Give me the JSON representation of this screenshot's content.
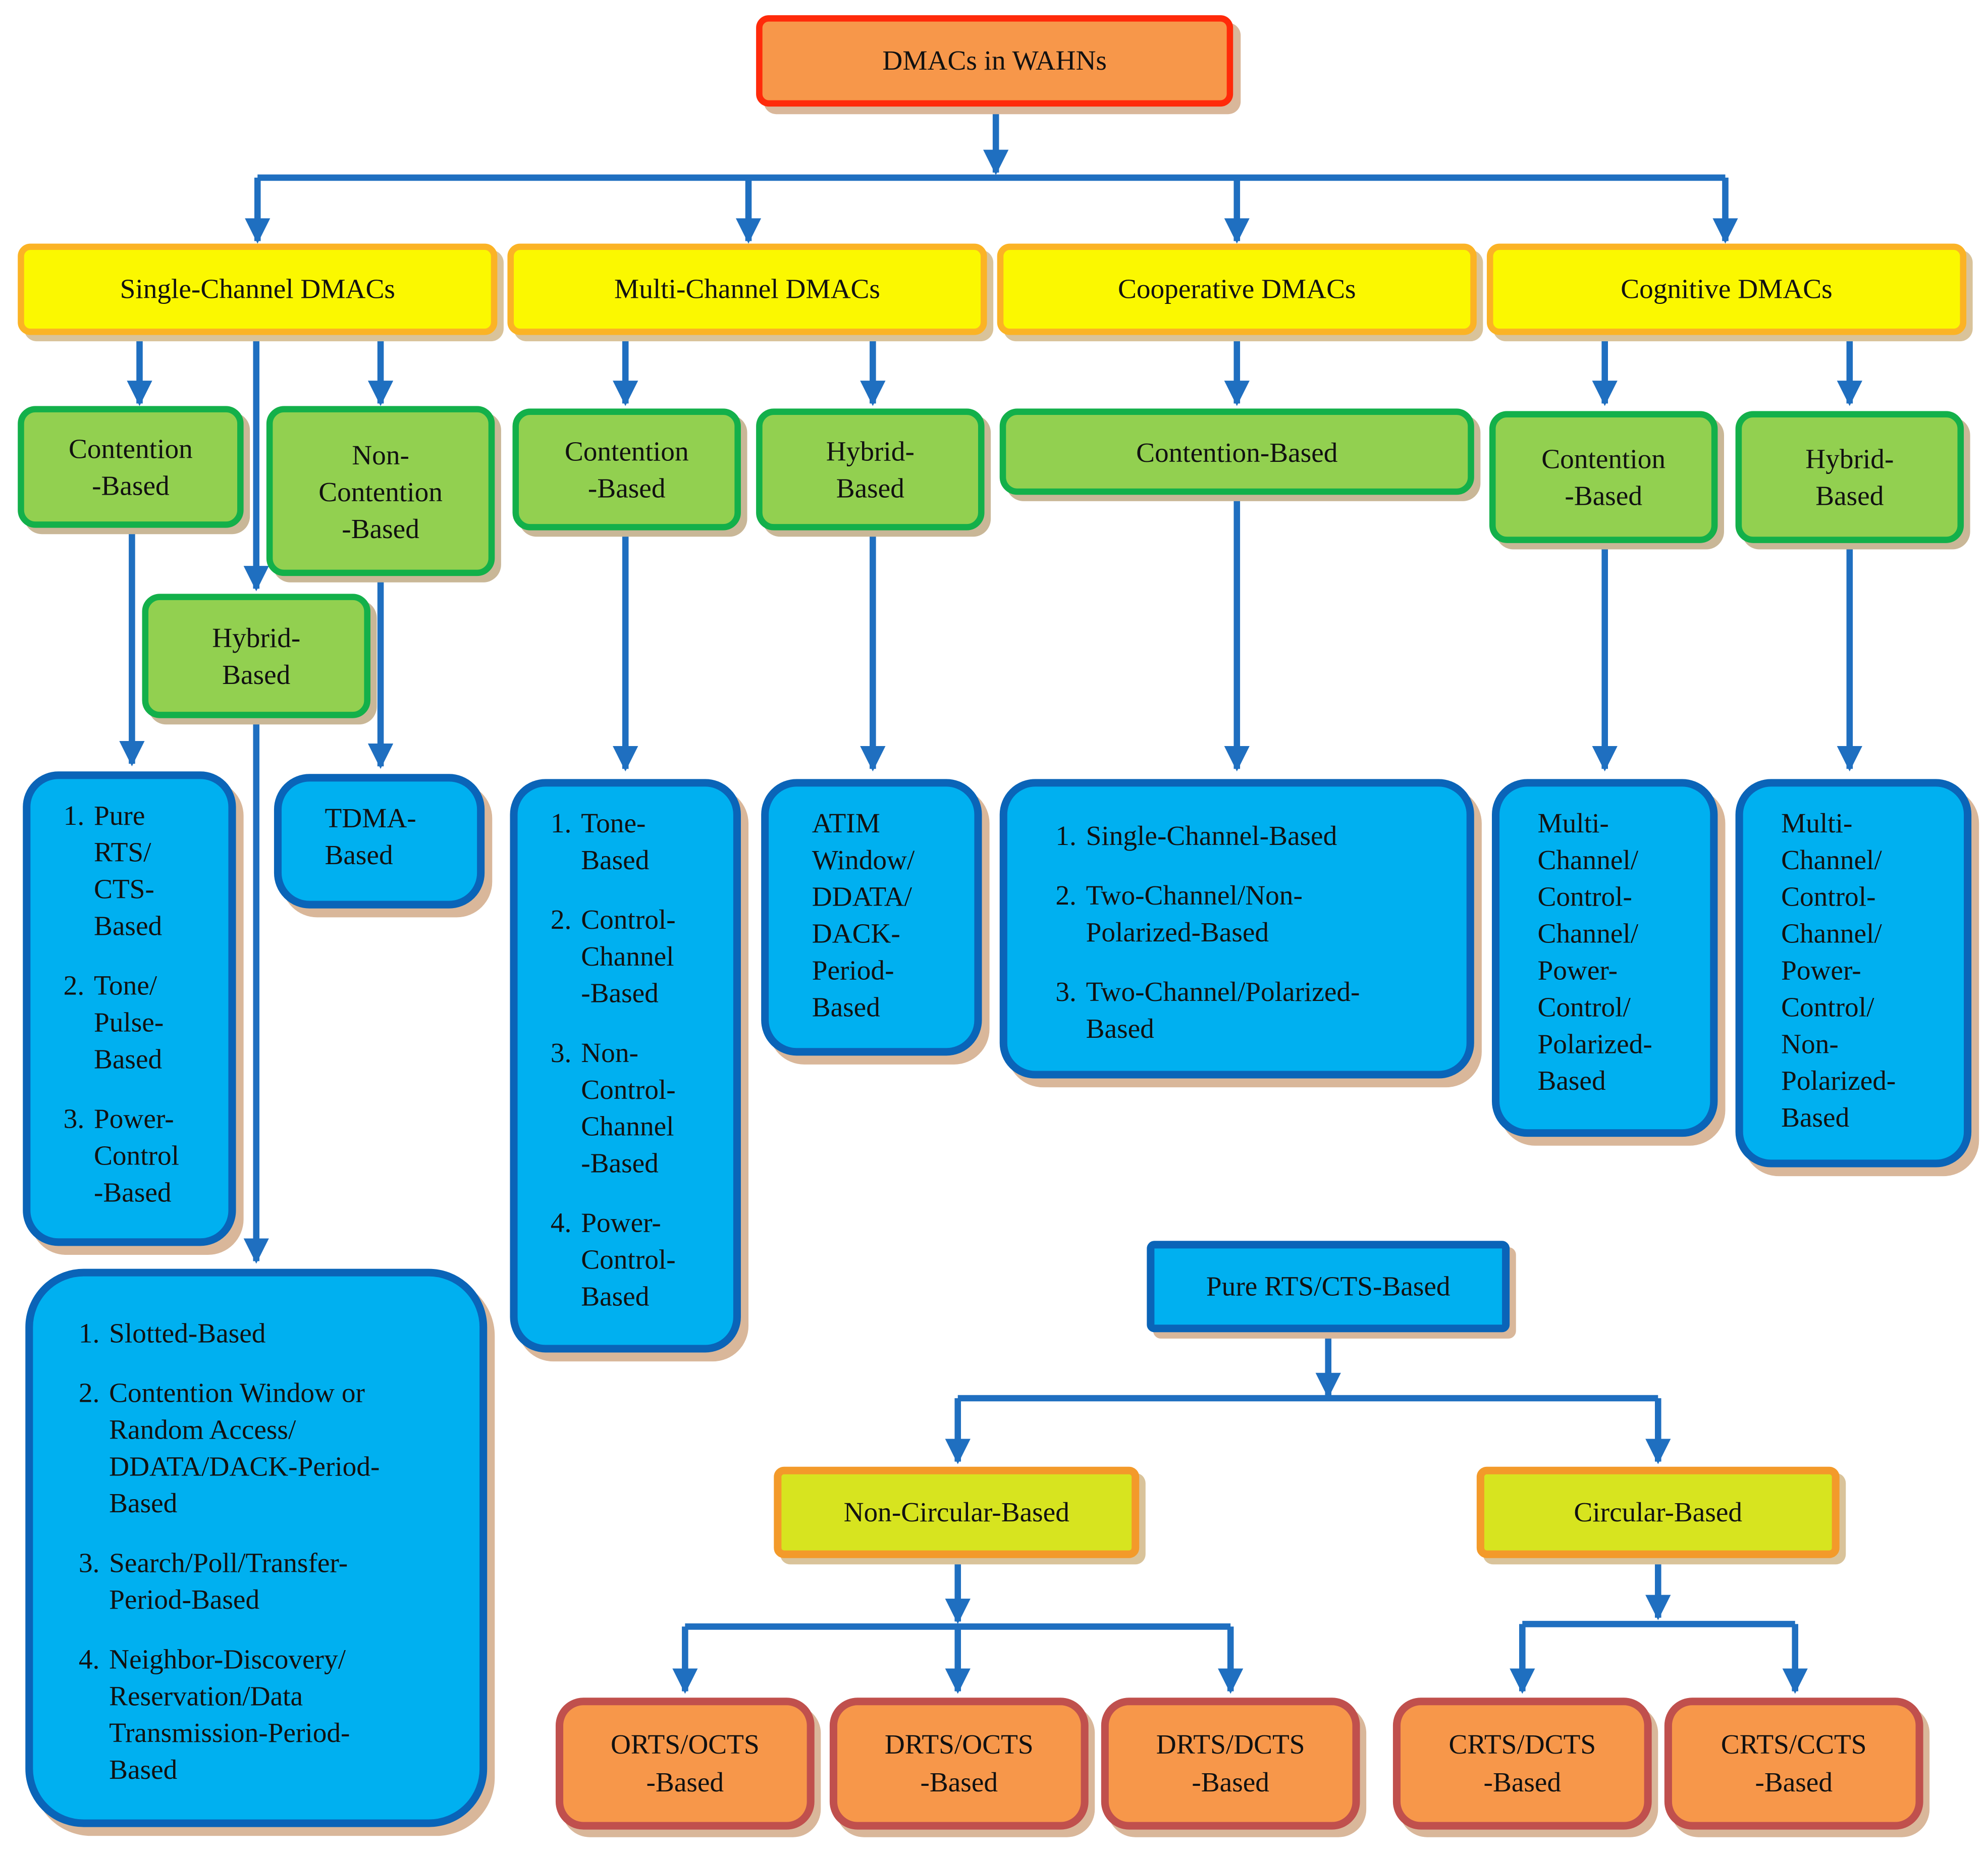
{
  "root": {
    "label": "DMACs in WAHNs"
  },
  "categories": {
    "single": "Single-Channel DMACs",
    "multi": "Multi-Channel DMACs",
    "cooperative": "Cooperative DMACs",
    "cognitive": "Cognitive DMACs"
  },
  "subtypes": {
    "single_contention": "Contention\n-Based",
    "single_noncontention": "Non-\nContention\n-Based",
    "single_hybrid": "Hybrid-\nBased",
    "multi_contention": "Contention\n-Based",
    "multi_hybrid": "Hybrid-\nBased",
    "coop_contention": "Contention-Based",
    "cog_contention": "Contention\n-Based",
    "cog_hybrid": "Hybrid-\nBased"
  },
  "leaves": {
    "single_contention": [
      "Pure\nRTS/\nCTS-\nBased",
      "Tone/\nPulse-\nBased",
      "Power-\nControl\n-Based"
    ],
    "single_noncontention": "TDMA-\nBased",
    "single_hybrid": [
      "Slotted-Based",
      "Contention Window or\nRandom Access/\nDDATA/DACK-Period-\nBased",
      "Search/Poll/Transfer-\nPeriod-Based",
      "Neighbor-Discovery/\nReservation/Data\nTransmission-Period-\nBased"
    ],
    "multi_contention": [
      "Tone-\nBased",
      "Control-\nChannel\n-Based",
      "Non-\nControl-\nChannel\n-Based",
      "Power-\nControl-\nBased"
    ],
    "multi_hybrid": "ATIM\nWindow/\nDDATA/\nDACK-\nPeriod-\nBased",
    "coop_contention": [
      "Single-Channel-Based",
      "Two-Channel/Non-\nPolarized-Based",
      "Two-Channel/Polarized-\nBased"
    ],
    "cog_contention": "Multi-\nChannel/\nControl-\nChannel/\nPower-\nControl/\nPolarized-\nBased",
    "cog_hybrid": "Multi-\nChannel/\nControl-\nChannel/\nPower-\nControl/\nNon-\nPolarized-\nBased"
  },
  "rts": {
    "title": "Pure RTS/CTS-Based",
    "noncircular": "Non-Circular-Based",
    "circular": "Circular-Based",
    "orts_octs": "ORTS/OCTS\n-Based",
    "drts_octs": "DRTS/OCTS\n-Based",
    "drts_dcts": "DRTS/DCTS\n-Based",
    "crts_dcts": "CRTS/DCTS\n-Based",
    "crts_ccts": "CRTS/CCTS\n-Based"
  },
  "colors": {
    "connector": "#1f6fc0",
    "root_fill": "#f7974a",
    "root_border": "#ff2a0a",
    "category_fill": "#fbf800",
    "category_border": "#fbb325",
    "subtype_fill": "#92d050",
    "subtype_border": "#13b04a",
    "leaf_fill": "#00b0f0",
    "leaf_border": "#0a64b8",
    "branch_fill": "#d7e41f",
    "branch_border": "#f39a2a",
    "terminal_fill": "#f7974a",
    "terminal_border": "#c0504d"
  }
}
